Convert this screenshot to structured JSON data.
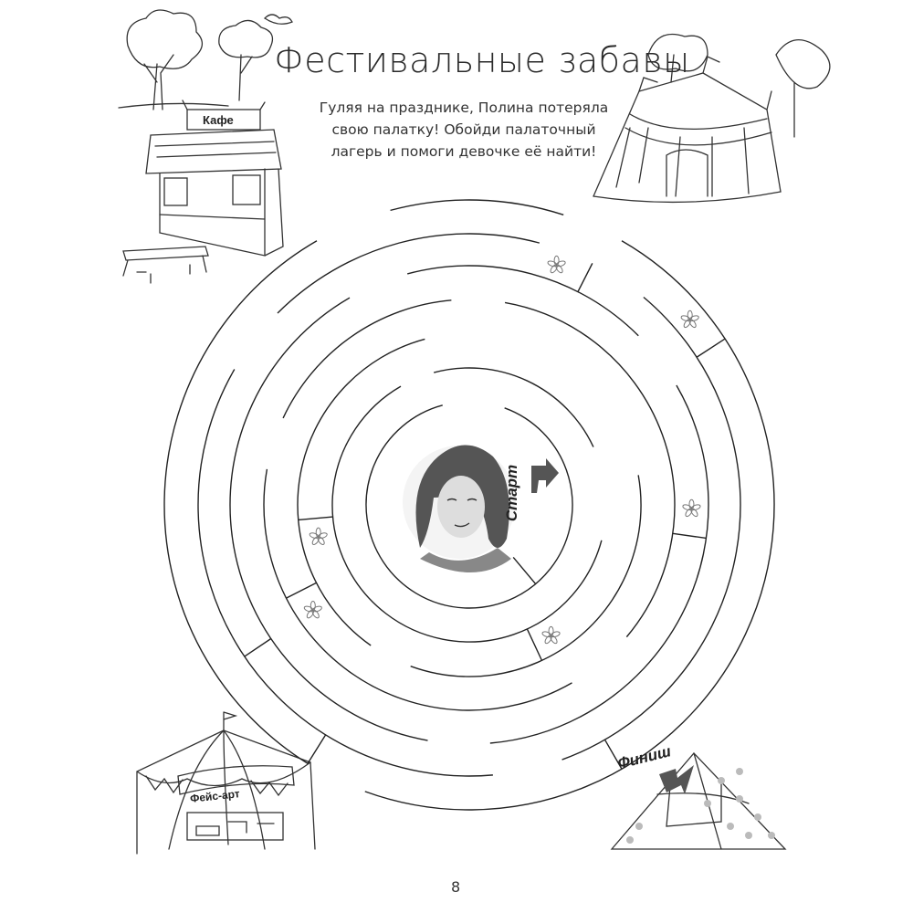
{
  "page": {
    "title": "Фестивальные забавы",
    "intro": "Гуляя на празднике, Полина потеряла свою палатку! Обойди палаточный лагерь и помоги девочке её найти!",
    "page_number": "8"
  },
  "illustrations": {
    "cafe_sign": "Кафе",
    "face_art_sign": "Фейс-арт"
  },
  "maze": {
    "start_label": "Старт",
    "finish_label": "Финиш",
    "arrow_color": "#555555"
  }
}
